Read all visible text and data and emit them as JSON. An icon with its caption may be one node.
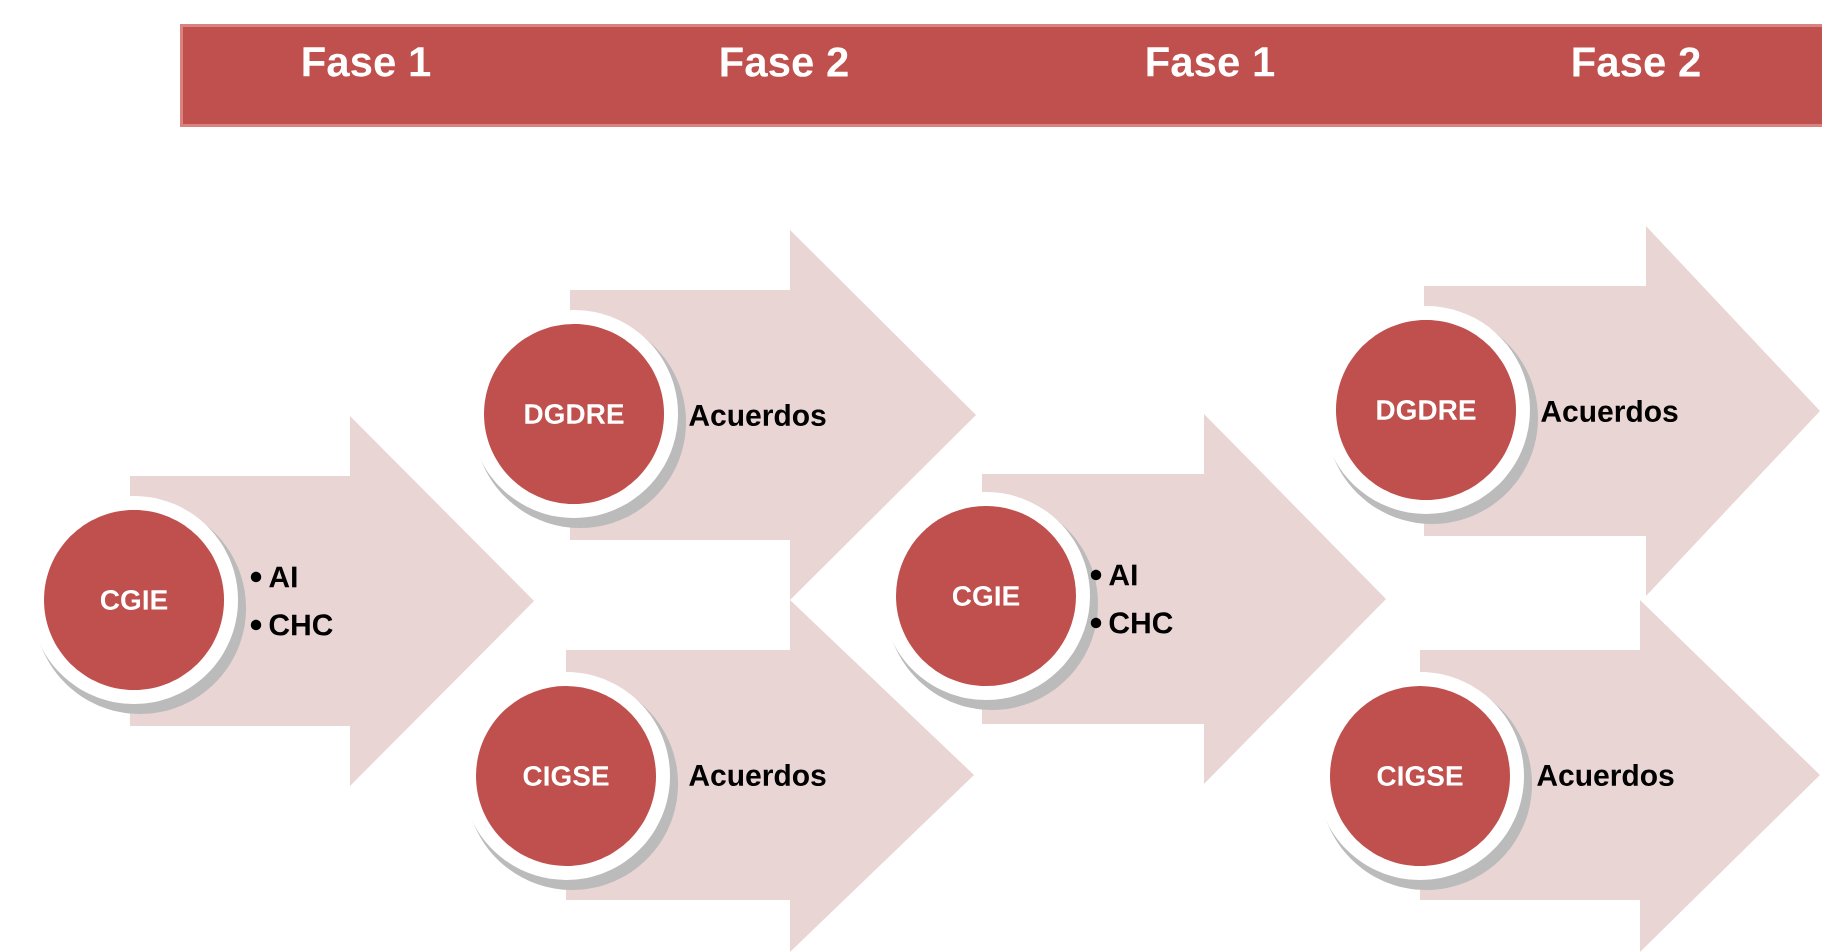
{
  "diagram": {
    "nodes": [
      {
        "text": [
          "Fase 1",
          "Fase 2",
          "Fase 1",
          "Fase 2"
        ]
      },
      {
        "text": [
          "AI",
          "CHC"
        ]
      },
      {
        "text": [
          "CGIE"
        ]
      },
      {
        "text": [
          "Acuerdos"
        ]
      },
      {
        "text": [
          "DGDRE"
        ]
      },
      {
        "text": [
          "Acuerdos"
        ]
      },
      {
        "text": [
          "CIGSE"
        ]
      },
      {
        "text": [
          "AI",
          "CHC"
        ]
      },
      {
        "text": [
          "CGIE"
        ]
      },
      {
        "text": [
          "Acuerdos"
        ]
      },
      {
        "text": [
          "DGDRE"
        ]
      },
      {
        "text": [
          "Acuerdos"
        ]
      },
      {
        "text": [
          "CIGSE"
        ]
      }
    ]
  }
}
